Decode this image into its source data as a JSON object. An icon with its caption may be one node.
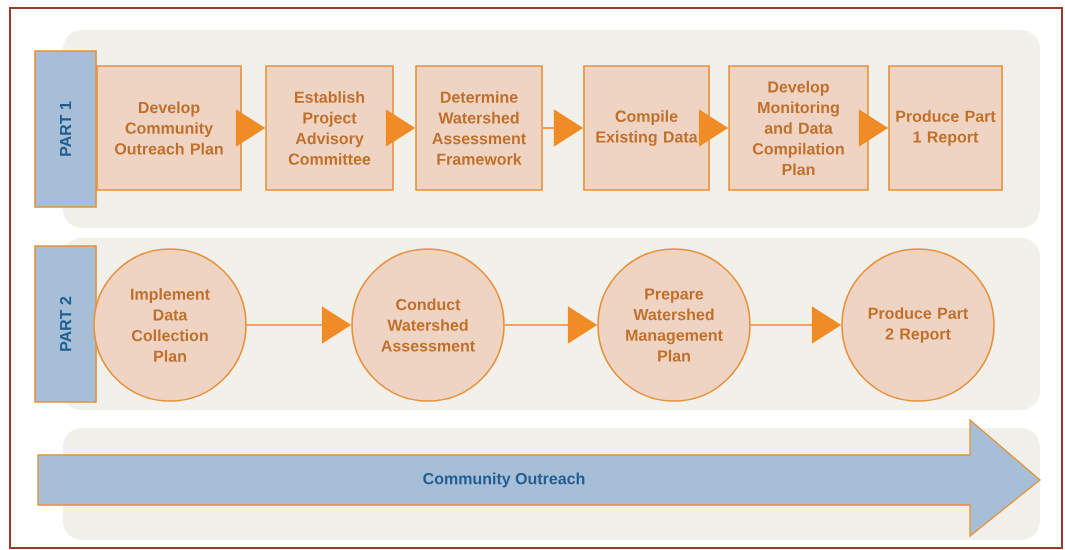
{
  "diagram": {
    "nodes": [
      {
        "text": [
          "PART 1"
        ]
      },
      {
        "text": [
          "Develop Community Outreach Plan"
        ]
      },
      {
        "text": [
          "Establish Project Advisory Committee"
        ]
      },
      {
        "text": [
          "Determine Watershed Assessment Framework"
        ]
      },
      {
        "text": [
          "Compile Existing Data"
        ]
      },
      {
        "text": [
          "Develop Monitoring and Data Compilation Plan"
        ]
      },
      {
        "text": [
          "Produce Part 1 Report"
        ]
      },
      {
        "text": [
          "PART 2"
        ]
      },
      {
        "text": [
          "Implement Data Collection Plan"
        ]
      },
      {
        "text": [
          "Conduct Watershed Assessment"
        ]
      },
      {
        "text": [
          "Prepare Watershed Management Plan"
        ]
      },
      {
        "text": [
          "Produce Part 2 Report"
        ]
      },
      {
        "text": [
          "Community Outreach"
        ]
      }
    ],
    "edges": [
      {
        "from": 1,
        "to": 2,
        "arrow": "to"
      },
      {
        "from": 2,
        "to": 3,
        "arrow": "to"
      },
      {
        "from": 3,
        "to": 4,
        "arrow": "to"
      },
      {
        "from": 4,
        "to": 5,
        "arrow": "to"
      },
      {
        "from": 5,
        "to": 6,
        "arrow": "to"
      },
      {
        "from": 8,
        "to": 9,
        "arrow": "to"
      },
      {
        "from": 9,
        "to": 10,
        "arrow": "to"
      },
      {
        "from": 10,
        "to": 11,
        "arrow": "to"
      }
    ]
  }
}
